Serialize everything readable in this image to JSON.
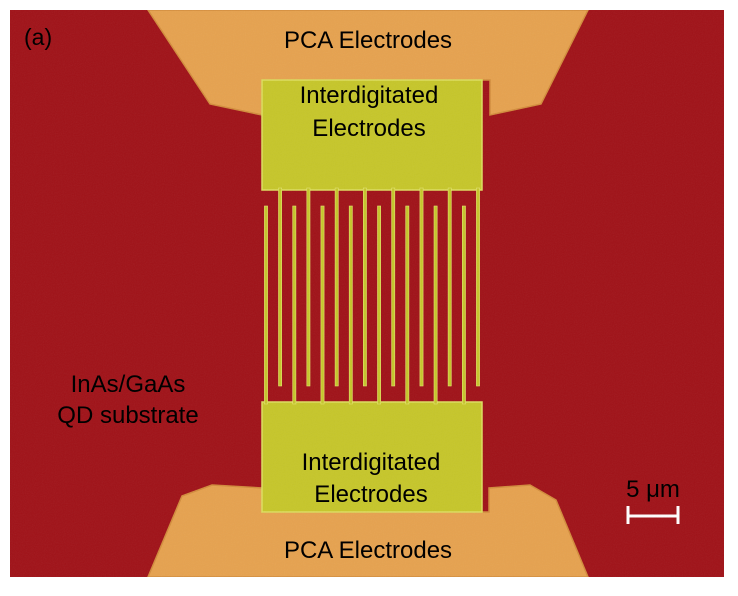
{
  "panel": {
    "panel_label": "(a)"
  },
  "labels": {
    "pca_top": "PCA Electrodes",
    "ide_top_line1": "Interdigitated",
    "ide_top_line2": "Electrodes",
    "substrate_line1": "InAs/GaAs",
    "substrate_line2": "QD substrate",
    "ide_bottom_line1": "Interdigitated",
    "ide_bottom_line2": "Electrodes",
    "pca_bottom": "PCA Electrodes",
    "scale_bar_label": "5 μm"
  },
  "colors": {
    "substrate": "#a01218",
    "pca_electrode": "#e6a24f",
    "interdigitated_electrode": "#c6c62a",
    "border": "#ffffff"
  },
  "interdigitated_fingers": {
    "top_finger_count": 8,
    "bottom_finger_count": 8
  }
}
